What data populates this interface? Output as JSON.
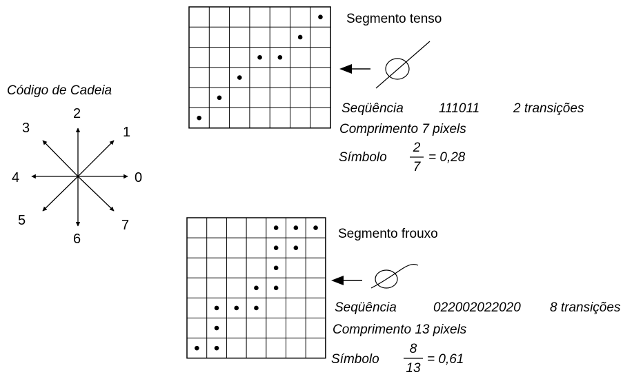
{
  "chain_code": {
    "title": "Código de Cadeia",
    "directions": [
      "0",
      "1",
      "2",
      "3",
      "4",
      "5",
      "6",
      "7"
    ]
  },
  "tense": {
    "title": "Segmento tenso",
    "grid": {
      "cols": 7,
      "rows": 6
    },
    "dots": [
      [
        0,
        0
      ],
      [
        1,
        1
      ],
      [
        2,
        2
      ],
      [
        3,
        3
      ],
      [
        4,
        3
      ],
      [
        5,
        4
      ],
      [
        6,
        5
      ]
    ],
    "sequence_label": "Seqüência",
    "sequence_value": "111011",
    "transitions": "2 transições",
    "length": "Comprimento 7 pixels",
    "symbol_label": "Símbolo",
    "numerator": "2",
    "denominator": "7",
    "result": "= 0,28"
  },
  "loose": {
    "title": "Segmento frouxo",
    "grid": {
      "cols": 7,
      "rows": 7
    },
    "dots": [
      [
        0,
        0
      ],
      [
        1,
        0
      ],
      [
        1,
        1
      ],
      [
        1,
        2
      ],
      [
        2,
        2
      ],
      [
        3,
        2
      ],
      [
        3,
        3
      ],
      [
        4,
        3
      ],
      [
        4,
        4
      ],
      [
        4,
        5
      ],
      [
        4,
        6
      ],
      [
        5,
        6
      ],
      [
        5,
        5
      ],
      [
        6,
        6
      ]
    ],
    "sequence_label": "Seqüência",
    "sequence_value": "022002022020",
    "transitions": "8 transições",
    "length": "Comprimento 13 pixels",
    "symbol_label": "Símbolo",
    "numerator": "8",
    "denominator": "13",
    "result": "= 0,61"
  }
}
